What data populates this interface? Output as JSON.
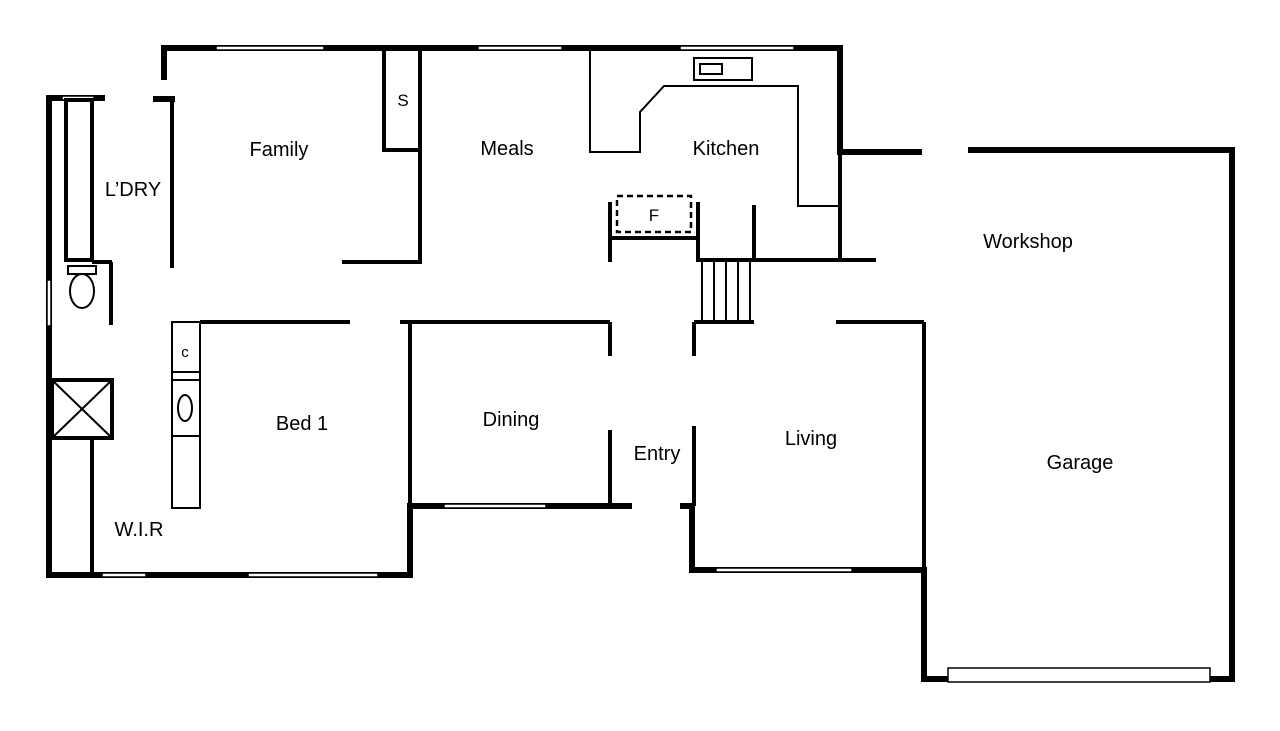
{
  "colors": {
    "wall": "#000000",
    "background": "#ffffff"
  },
  "rooms": {
    "family": "Family",
    "meals": "Meals",
    "kitchen": "Kitchen",
    "laundry": "L’DRY",
    "workshop": "Workshop",
    "bed1": "Bed 1",
    "dining": "Dining",
    "entry": "Entry",
    "living": "Living",
    "garage": "Garage",
    "wir": "W.I.R"
  },
  "fixtures": {
    "storage": "S",
    "fridge": "F",
    "cupboard": "c"
  }
}
